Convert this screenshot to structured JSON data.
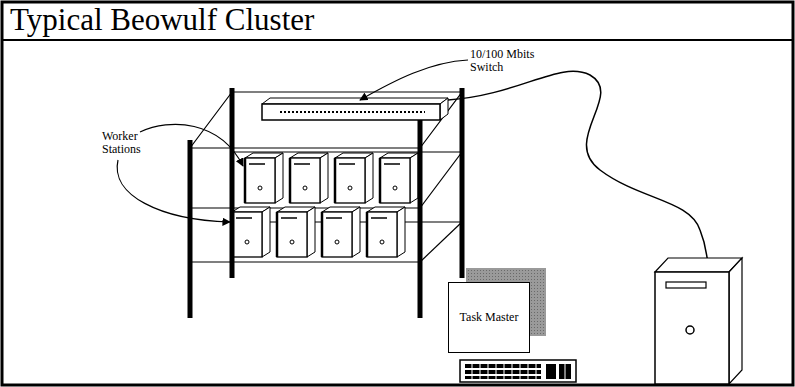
{
  "diagram": {
    "title": "Typical Beowulf Cluster",
    "nodes": [
      {
        "text": [
          "Task Master"
        ]
      }
    ],
    "labels": [
      "10/100 Mbits Switch",
      "Worker Stations"
    ]
  }
}
